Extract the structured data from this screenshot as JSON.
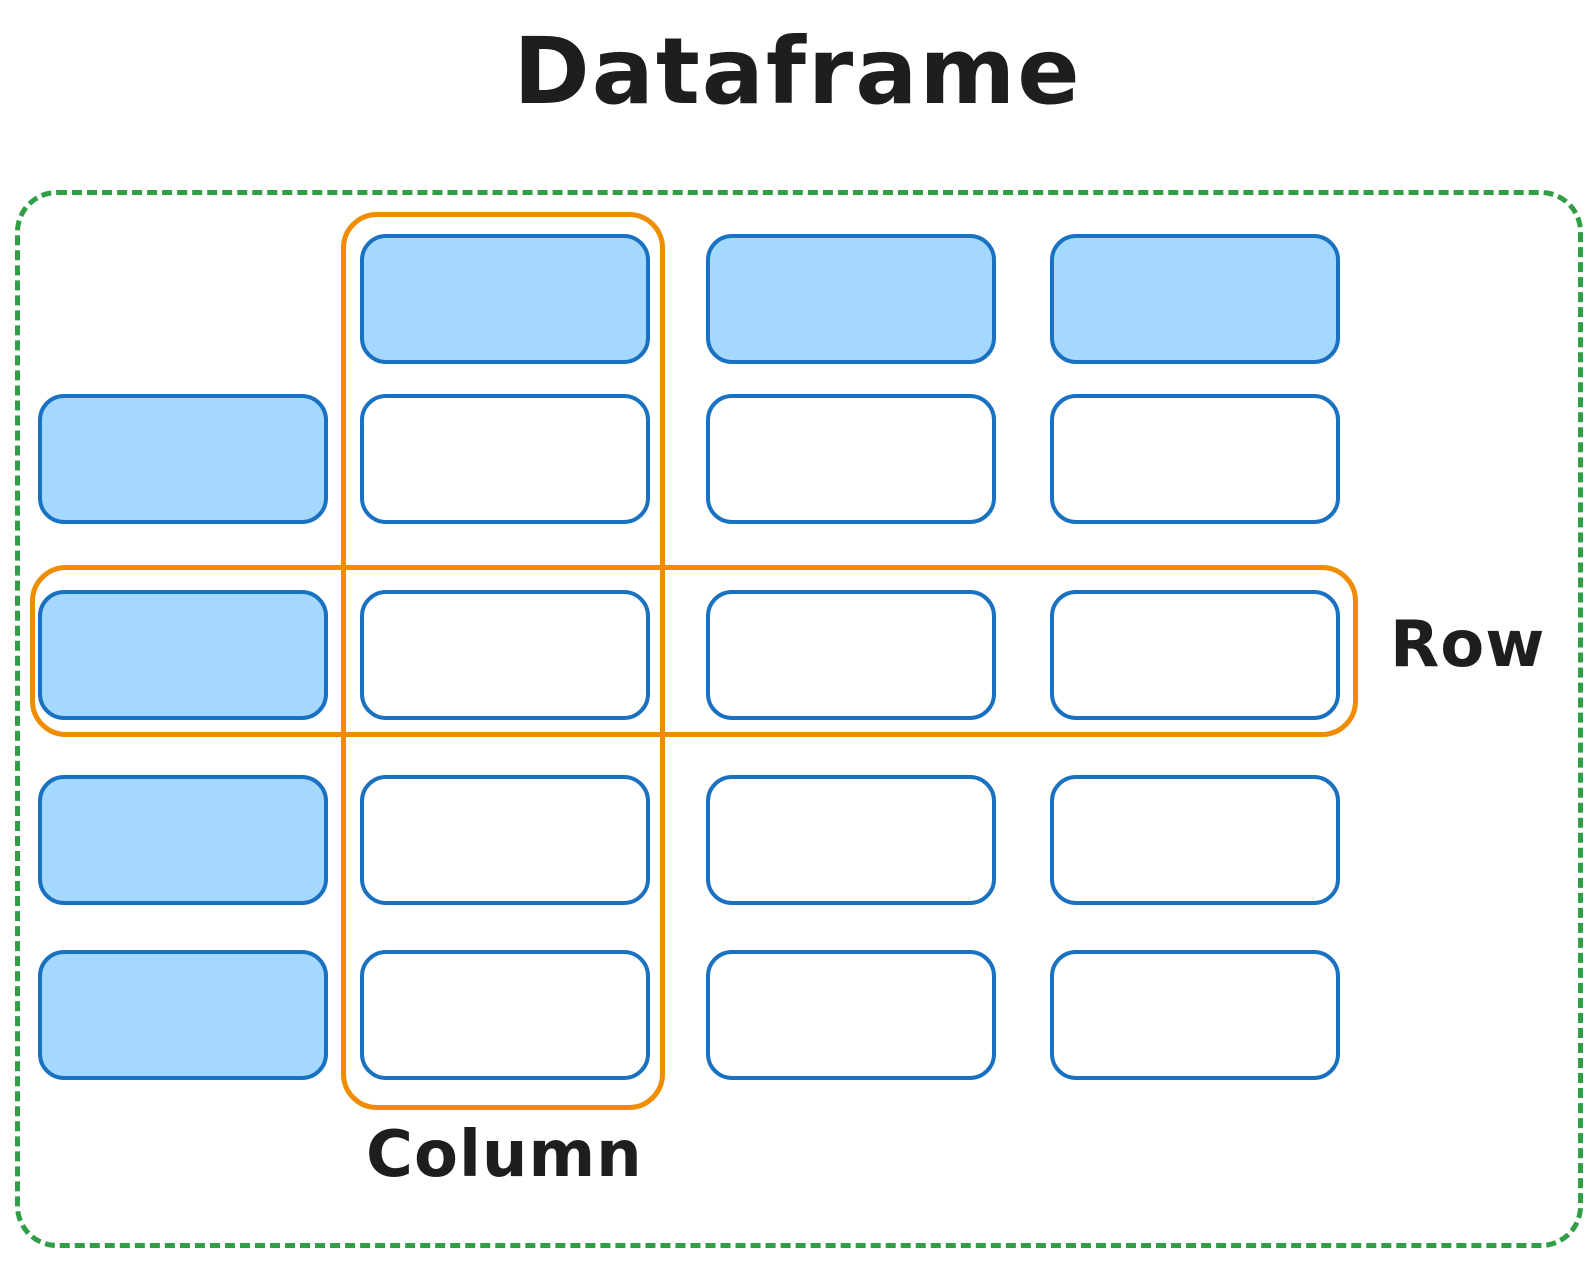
{
  "title": "Dataframe",
  "labels": {
    "row": "Row",
    "column": "Column"
  },
  "colors": {
    "container_border": "#2f9e44",
    "highlight_border": "#f08c00",
    "cell_border": "#1971c2",
    "cell_fill": "#a5d8ff",
    "cell_empty": "#ffffff",
    "text": "#1e1e1e",
    "background": "#ffffff"
  },
  "grid": {
    "rows": 5,
    "cols": 4,
    "cells": [
      [
        null,
        "filled",
        "filled",
        "filled"
      ],
      [
        "filled",
        "empty",
        "empty",
        "empty"
      ],
      [
        "filled",
        "empty",
        "empty",
        "empty"
      ],
      [
        "filled",
        "empty",
        "empty",
        "empty"
      ],
      [
        "filled",
        "empty",
        "empty",
        "empty"
      ]
    ]
  },
  "highlights": {
    "column": {
      "highlights": "column 2 including header"
    },
    "row": {
      "highlights": "row 3 all cells"
    }
  }
}
